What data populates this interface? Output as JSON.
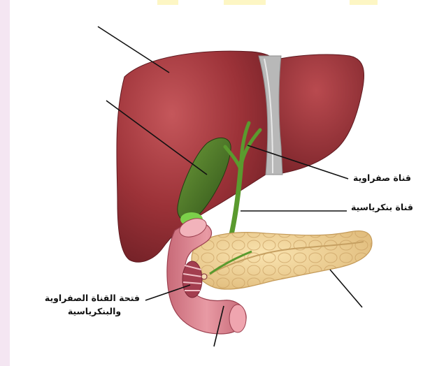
{
  "labels": {
    "bile_duct": "قناة صفراوية",
    "pancreatic_duct": "قناة بنكرياسية",
    "duct_opening_line1": "فتحة القناة الصفراوية",
    "duct_opening_line2": "والبنكرياسية"
  },
  "colors": {
    "liver": "#9c3238",
    "liver_highlight": "#c55a5c",
    "gallbladder": "#4f7a2c",
    "bile_duct": "#5a9a2e",
    "ligament": "#b8b8b8",
    "pancreas": "#f0d49a",
    "duodenum": "#d98893",
    "side_band": "#f4e6f2",
    "top_strip": "#fdf6c4"
  }
}
